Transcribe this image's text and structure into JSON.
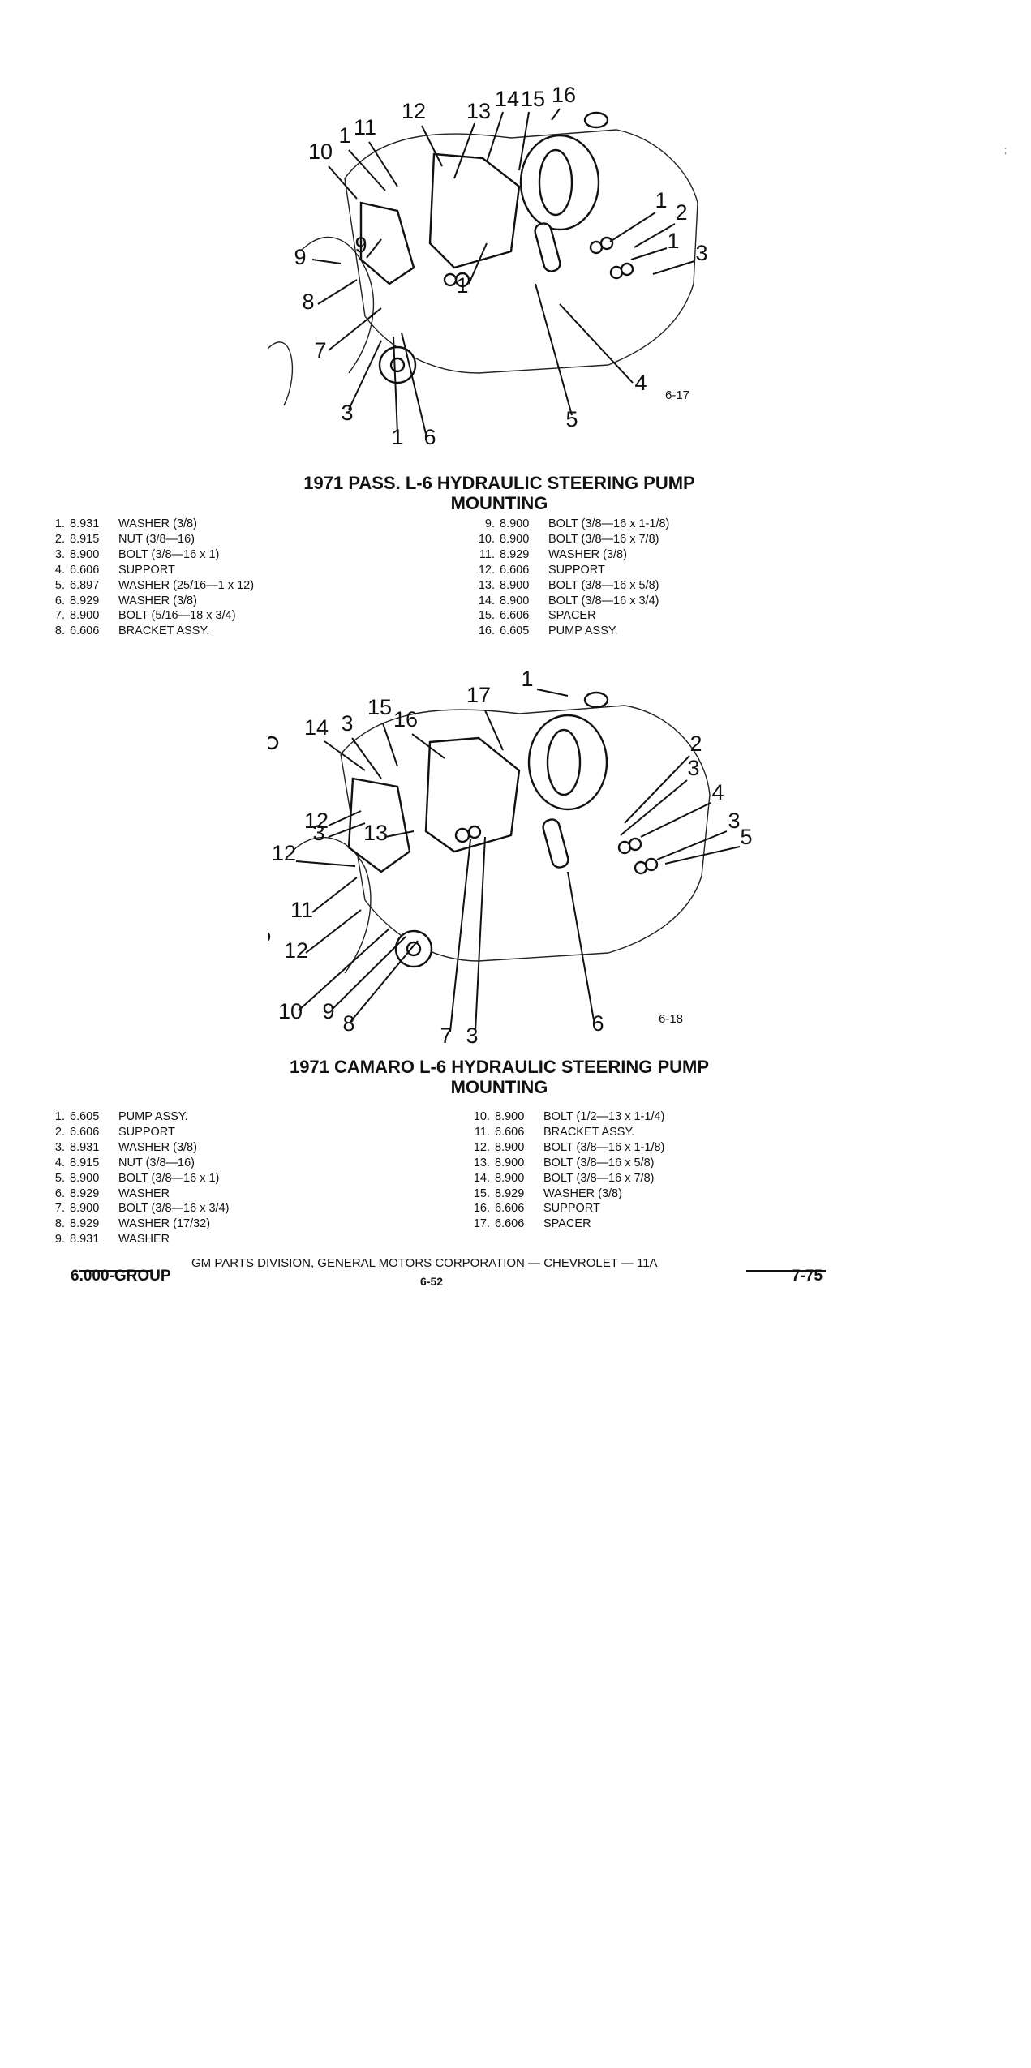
{
  "figure1": {
    "fig_number": "6-17",
    "title_line1": "1971 PASS. L-6 HYDRAULIC STEERING PUMP",
    "title_line2": "MOUNTING",
    "callouts": [
      "10",
      "1",
      "11",
      "12",
      "13",
      "14",
      "15",
      "16",
      "1",
      "2",
      "1",
      "3",
      "9",
      "9",
      "8",
      "1",
      "7",
      "3",
      "1",
      "6",
      "5",
      "4"
    ],
    "parts_left": [
      {
        "num": "1.",
        "code": "8.931",
        "desc": "WASHER (3/8)"
      },
      {
        "num": "2.",
        "code": "8.915",
        "desc": "NUT (3/8—16)"
      },
      {
        "num": "3.",
        "code": "8.900",
        "desc": "BOLT (3/8—16 x 1)"
      },
      {
        "num": "4.",
        "code": "6.606",
        "desc": "SUPPORT"
      },
      {
        "num": "5.",
        "code": "6.897",
        "desc": "WASHER (25/16—1 x 12)"
      },
      {
        "num": "6.",
        "code": "8.929",
        "desc": "WASHER (3/8)"
      },
      {
        "num": "7.",
        "code": "8.900",
        "desc": "BOLT (5/16—18 x 3/4)"
      },
      {
        "num": "8.",
        "code": "6.606",
        "desc": "BRACKET ASSY."
      }
    ],
    "parts_right": [
      {
        "num": "9.",
        "code": "8.900",
        "desc": "BOLT (3/8—16 x 1-1/8)"
      },
      {
        "num": "10.",
        "code": "8.900",
        "desc": "BOLT (3/8—16 x 7/8)"
      },
      {
        "num": "11.",
        "code": "8.929",
        "desc": "WASHER (3/8)"
      },
      {
        "num": "12.",
        "code": "6.606",
        "desc": "SUPPORT"
      },
      {
        "num": "13.",
        "code": "8.900",
        "desc": "BOLT (3/8—16 x 5/8)"
      },
      {
        "num": "14.",
        "code": "8.900",
        "desc": "BOLT (3/8—16 x 3/4)"
      },
      {
        "num": "15.",
        "code": "6.606",
        "desc": "SPACER"
      },
      {
        "num": "16.",
        "code": "6.605",
        "desc": "PUMP ASSY."
      }
    ]
  },
  "figure2": {
    "fig_number": "6-18",
    "title_line1": "1971 CAMARO L-6 HYDRAULIC STEERING PUMP",
    "title_line2": "MOUNTING",
    "callouts": [
      "1",
      "17",
      "15",
      "16",
      "14",
      "3",
      "2",
      "3",
      "4",
      "3",
      "5",
      "12",
      "3",
      "13",
      "12",
      "11",
      "12",
      "10",
      "9",
      "8",
      "7",
      "3",
      "6"
    ],
    "parts_left": [
      {
        "num": "1.",
        "code": "6.605",
        "desc": "PUMP ASSY."
      },
      {
        "num": "2.",
        "code": "6.606",
        "desc": "SUPPORT"
      },
      {
        "num": "3.",
        "code": "8.931",
        "desc": "WASHER (3/8)"
      },
      {
        "num": "4.",
        "code": "8.915",
        "desc": "NUT (3/8—16)"
      },
      {
        "num": "5.",
        "code": "8.900",
        "desc": "BOLT (3/8—16 x 1)"
      },
      {
        "num": "6.",
        "code": "8.929",
        "desc": "WASHER"
      },
      {
        "num": "7.",
        "code": "8.900",
        "desc": "BOLT (3/8—16 x 3/4)"
      },
      {
        "num": "8.",
        "code": "8.929",
        "desc": "WASHER (17/32)"
      },
      {
        "num": "9.",
        "code": "8.931",
        "desc": "WASHER"
      }
    ],
    "parts_right": [
      {
        "num": "10.",
        "code": "8.900",
        "desc": "BOLT (1/2—13 x 1-1/4)"
      },
      {
        "num": "11.",
        "code": "6.606",
        "desc": "BRACKET ASSY."
      },
      {
        "num": "12.",
        "code": "8.900",
        "desc": "BOLT (3/8—16 x 1-1/8)"
      },
      {
        "num": "13.",
        "code": "8.900",
        "desc": "BOLT (3/8—16 x 5/8)"
      },
      {
        "num": "14.",
        "code": "8.900",
        "desc": "BOLT (3/8—16 x 7/8)"
      },
      {
        "num": "15.",
        "code": "8.929",
        "desc": "WASHER (3/8)"
      },
      {
        "num": "16.",
        "code": "6.606",
        "desc": "SUPPORT"
      },
      {
        "num": "17.",
        "code": "6.606",
        "desc": "SPACER"
      }
    ]
  },
  "footer": {
    "division": "GM PARTS DIVISION, GENERAL MOTORS CORPORATION — CHEVROLET — 11A",
    "group": "6.000-GROUP",
    "page": "6-52",
    "date": "7-75"
  }
}
